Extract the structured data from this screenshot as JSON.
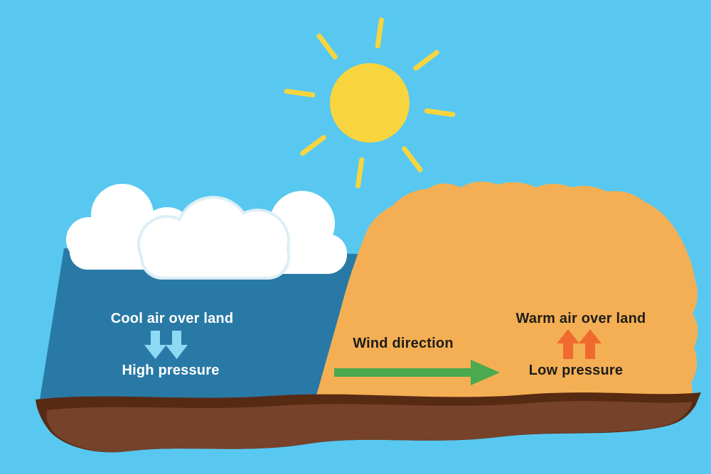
{
  "labels": {
    "cool_air": "Cool air over land",
    "high_pressure": "High pressure",
    "wind_direction": "Wind direction",
    "warm_air": "Warm air over land",
    "low_pressure": "Low pressure"
  },
  "icons": {
    "sun": "sun-icon",
    "cloud": "cloud-icon",
    "cool_sink_arrows": "down-arrow-icon",
    "warm_rise_arrows": "up-arrow-icon",
    "wind": "right-arrow-icon"
  },
  "colors": {
    "sky": "#58C8F0",
    "sun": "#F8D53F",
    "cool_air_mass": "#2979A6",
    "warm_air_mass": "#F4AF54",
    "cloud": "#FFFFFF",
    "cloud_outline": "#DCEEF6",
    "ground_top": "#572A14",
    "ground_body": "#76422A",
    "wind_arrow_green": "#4BA94E",
    "cool_arrow_blue": "#8ED9F4",
    "warm_arrow_orange": "#F06A2E",
    "label_dark": "#1D1D1B",
    "label_light": "#FFFFFF"
  }
}
